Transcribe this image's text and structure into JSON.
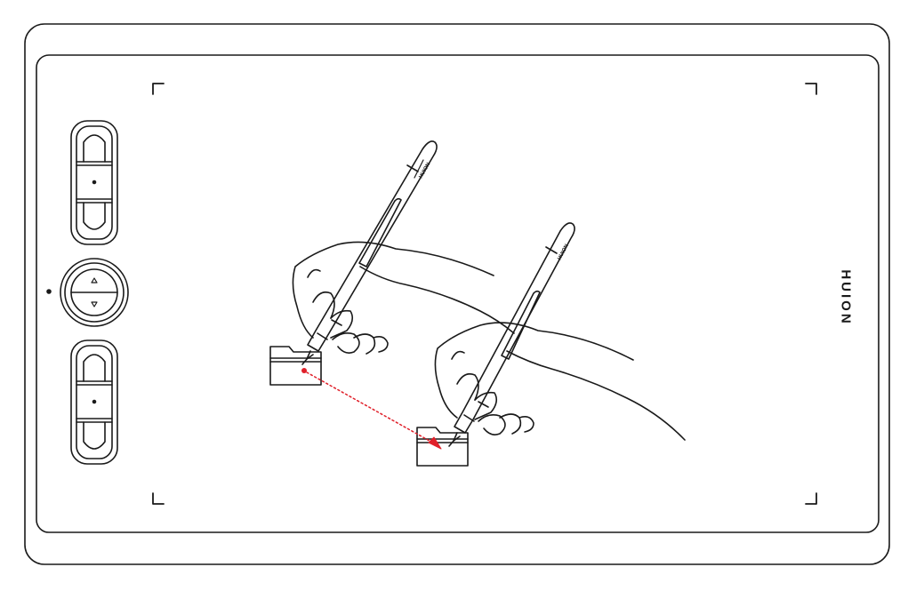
{
  "brand": {
    "logo_text": "HUION",
    "pen_barrel_text": "HUION"
  },
  "colors": {
    "outline": "#1a1a1a",
    "drag_path": "#e0202a",
    "background": "#ffffff"
  },
  "illustration": {
    "subject": "drag-and-drop with pen on graphics tablet",
    "icons": [
      "folder-icon",
      "folder-icon",
      "tablet-pen-icon",
      "tablet-pen-icon"
    ]
  }
}
